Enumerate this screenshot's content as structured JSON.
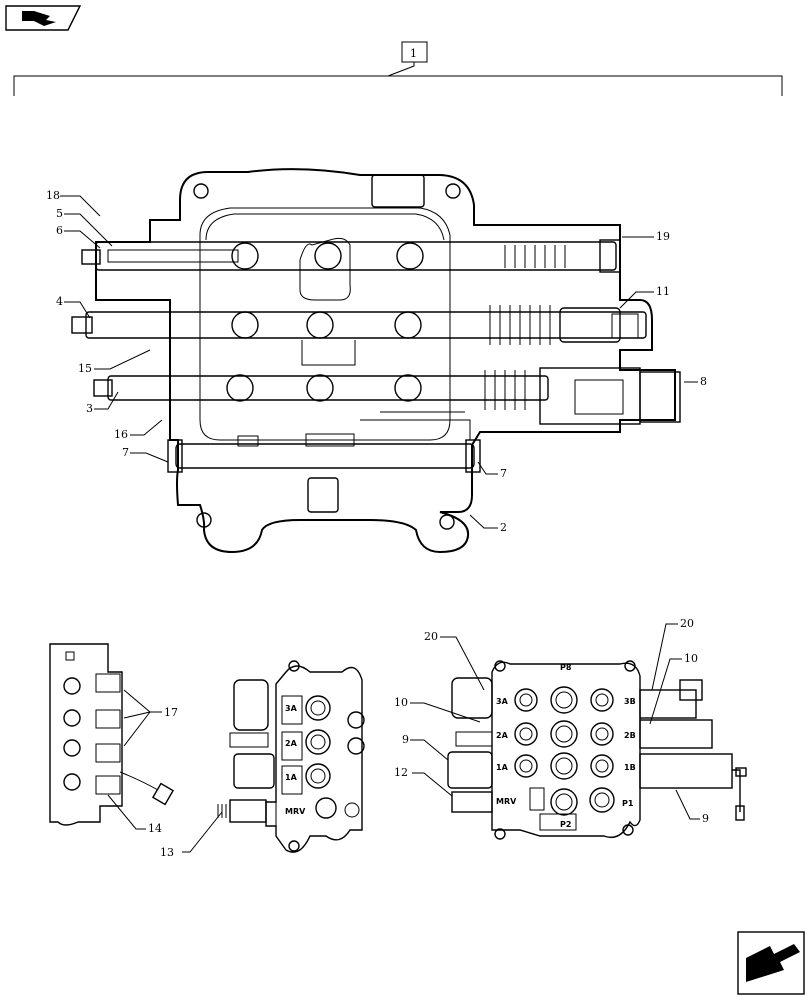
{
  "ref_box": "1",
  "callouts": {
    "c18": "18",
    "c5": "5",
    "c6": "6",
    "c4": "4",
    "c15": "15",
    "c3": "3",
    "c16": "16",
    "c7a": "7",
    "c7b": "7",
    "c2": "2",
    "c8": "8",
    "c11": "11",
    "c19": "19",
    "c17": "17",
    "c14": "14",
    "c13": "13",
    "c20a": "20",
    "c20b": "20",
    "c10a": "10",
    "c10b": "10",
    "c9a": "9",
    "c9b": "9",
    "c12": "12"
  },
  "ports_mid": {
    "p3a": "3A",
    "p2a": "2A",
    "p1a": "1A",
    "mrv": "MRV"
  },
  "ports_right": {
    "p3a": "3A",
    "p2a": "2A",
    "p1a": "1A",
    "mrv": "MRV",
    "p3b": "3B",
    "p2b": "2B",
    "p1b": "1B",
    "p1": "P1",
    "p2": "P2",
    "p8": "P8"
  },
  "icons": {
    "top_left": "book-arrow-icon",
    "bottom_right": "next-page-arrow-icon"
  }
}
